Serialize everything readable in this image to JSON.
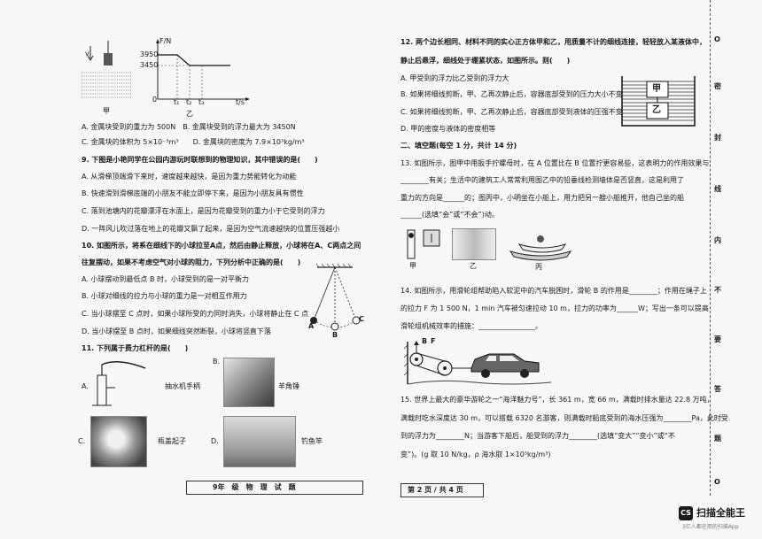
{
  "left": {
    "fig_top_labels": {
      "jia": "甲",
      "yi": "乙",
      "fn": "F/N",
      "v": "v",
      "y1": "3950",
      "y2": "3450",
      "o": "0",
      "t1": "t₁",
      "t2": "t₂",
      "t3": "t₃",
      "ts": "t/s"
    },
    "q8_opts": [
      "A. 金属块受到的重力为 500N　B. 金属块受到的浮力最大为 3450N",
      "C. 金属块的体积为 5×10⁻³m³　　D. 金属块的密度为 7.9×10³kg/m³"
    ],
    "q9_stem": "9. 下图是小艳同学在公园内游玩时联想到的物理知识，其中错误的是(　　)",
    "q9_opts": [
      "A. 从滑梯顶端滑下来时，速度越来越快，是因为重力势能转化为动能",
      "B. 快速滑到滑梯底端的小朋友不能立即停下来，是因为小朋友具有惯性",
      "C. 落到池塘内的花瓣漂浮在水面上，是因为花瓣受到的重力小于它受到的浮力",
      "D. 一阵风儿吹过落在地上的花瓣又飘了起来，是因为空气流速越快的位置压强越小"
    ],
    "q10_stem_1": "10. 如图所示，将系在细线下的小球拉至A点，然后由静止释放，小球将在A、C两点之间",
    "q10_stem_2": "往复摆动，如果不考虑空气对小球的阻力，下列分析中正确的是(　　)",
    "q10_opts": [
      "A. 小球摆动到最低点 B 时，小球受到的是一对平衡力",
      "B. 小球对细线的拉力与小球的重力是一对相互作用力",
      "C. 当小球摆至 C 点时，如果小球所受的力同时消失，小球将静止在 C 点",
      "D. 当小球摆至 B 点时，如果细线突然断裂，小球将竖直下落"
    ],
    "pend_labels": {
      "a": "A",
      "b": "B",
      "c": "C"
    },
    "q11_stem": "11. 下列属于费力杠杆的是(　　)",
    "q11_labels": {
      "a": "A.",
      "a_cap": "抽水机手柄",
      "b": "B.",
      "b_cap": "羊角锤",
      "c": "C.",
      "c_cap": "瓶盖起子",
      "d": "D.",
      "d_cap": "钓鱼竿"
    },
    "footer": "9年　级　物　理　试　题"
  },
  "right": {
    "q12_stem_1": "12. 两个边长相同、材料不同的实心正方体甲和乙，用质量不计的细线连接，轻轻放入某液体中，",
    "q12_stem_2": "静止后悬浮，细线处于绷紧状态，如图所示。则(　　)",
    "q12_opts": [
      "A. 甲受到的浮力比乙受到的浮力大",
      "B. 如果将细线剪断，甲、乙再次静止后，容器底部受到的压力大小不变",
      "C. 如果将细线剪断，甲、乙再次静止后，容器底部受到液体的压强不变",
      "D. 甲的密度与液体的密度相等"
    ],
    "box_labels": {
      "jia": "甲",
      "yi": "乙"
    },
    "sec2": "二、填空题(每空 1 分，共计 14 分)",
    "q13": [
      "13. 如图所示，图甲中用扳手拧螺母时，在 A 位置比在 B 位置拧更容易些，这表明力的作用效果与",
      "________有关；生活中的建筑工人常常利用图乙中的铅垂线检测墙体是否竖直，这是利用了",
      "重力的方向是______的；图丙中，小明坐在小船上，用力把另一艘小船推开，他自己坐的船",
      "______(选填“会”或“不会”)动。"
    ],
    "q13_fig": {
      "jia": "甲",
      "yi": "乙",
      "bing": "丙"
    },
    "q14": [
      "14. 如图所示，用滑轮组帮助陷入软泥中的汽车脱困时，滑轮 B 的作用是________；作用在绳子上",
      "的拉力 F 为 1 500 N，1 min 汽车被匀速拉动 10 m，拉力的功率为______W；写出一条可以提高",
      "滑轮组机械效率的措施：________________。"
    ],
    "q14_fig": {
      "b": "B",
      "f": "F"
    },
    "q15": [
      "15. 世界上最大的豪华游轮之一“海洋魅力号”，长 361 m，宽 66 m，满载时排水量达 22.8 万吨，",
      "满载时吃水深度达 30 m，可以搭载 6320 名游客，则满载时船底受到的海水压强为________Pa，此时受",
      "到的浮力为________N；当游客下船后，船受到的浮力________(选填“变大”“变小”或“不",
      "变”)。(g 取 10 N/kg，ρ 海水取 1×10³kg/m³)"
    ],
    "footer": "第 2 页 / 共 4 页"
  },
  "binding": {
    "chars": [
      "O",
      "密",
      "封",
      "线",
      "内",
      "不",
      "要",
      "答",
      "题",
      "O"
    ]
  },
  "brand": {
    "icon": "CS",
    "name": "扫描全能王",
    "sub": "3亿人都在用的扫描App"
  }
}
